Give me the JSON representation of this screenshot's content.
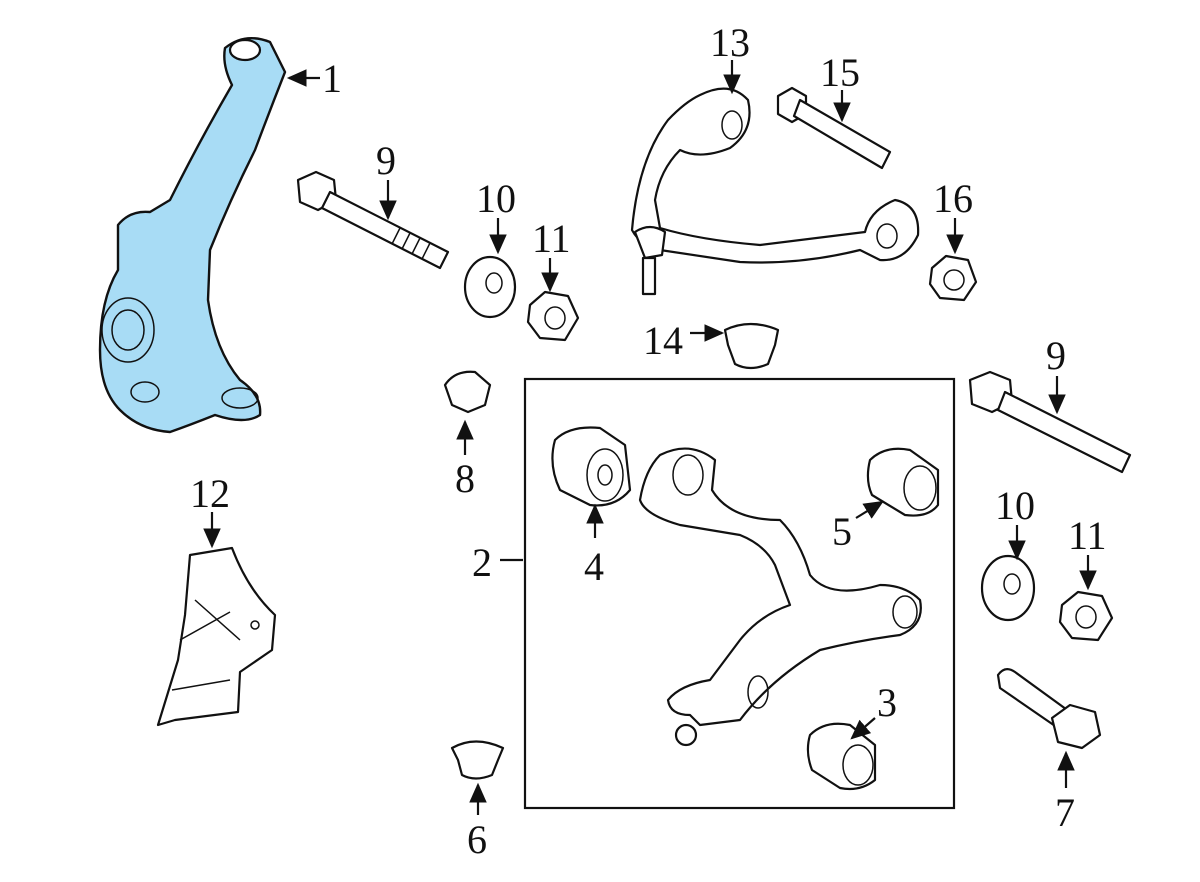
{
  "diagram": {
    "highlight_color": "#a8dcf5",
    "callouts": [
      {
        "id": "knuckle",
        "label": "1"
      },
      {
        "id": "lower-arm-assembly",
        "label": "2"
      },
      {
        "id": "rear-bushing",
        "label": "3"
      },
      {
        "id": "front-bushing",
        "label": "4"
      },
      {
        "id": "bushing-5",
        "label": "5"
      },
      {
        "id": "nut-6",
        "label": "6"
      },
      {
        "id": "bolt-7",
        "label": "7"
      },
      {
        "id": "nut-8",
        "label": "8"
      },
      {
        "id": "bolt-9-upper",
        "label": "9"
      },
      {
        "id": "washer-10-upper",
        "label": "10"
      },
      {
        "id": "nut-11-upper",
        "label": "11"
      },
      {
        "id": "shield-12",
        "label": "12"
      },
      {
        "id": "upper-arm",
        "label": "13"
      },
      {
        "id": "nut-14",
        "label": "14"
      },
      {
        "id": "bolt-15",
        "label": "15"
      },
      {
        "id": "nut-16",
        "label": "16"
      },
      {
        "id": "bolt-9-lower",
        "label": "9"
      },
      {
        "id": "washer-10-lower",
        "label": "10"
      },
      {
        "id": "nut-11-lower",
        "label": "11"
      }
    ]
  }
}
